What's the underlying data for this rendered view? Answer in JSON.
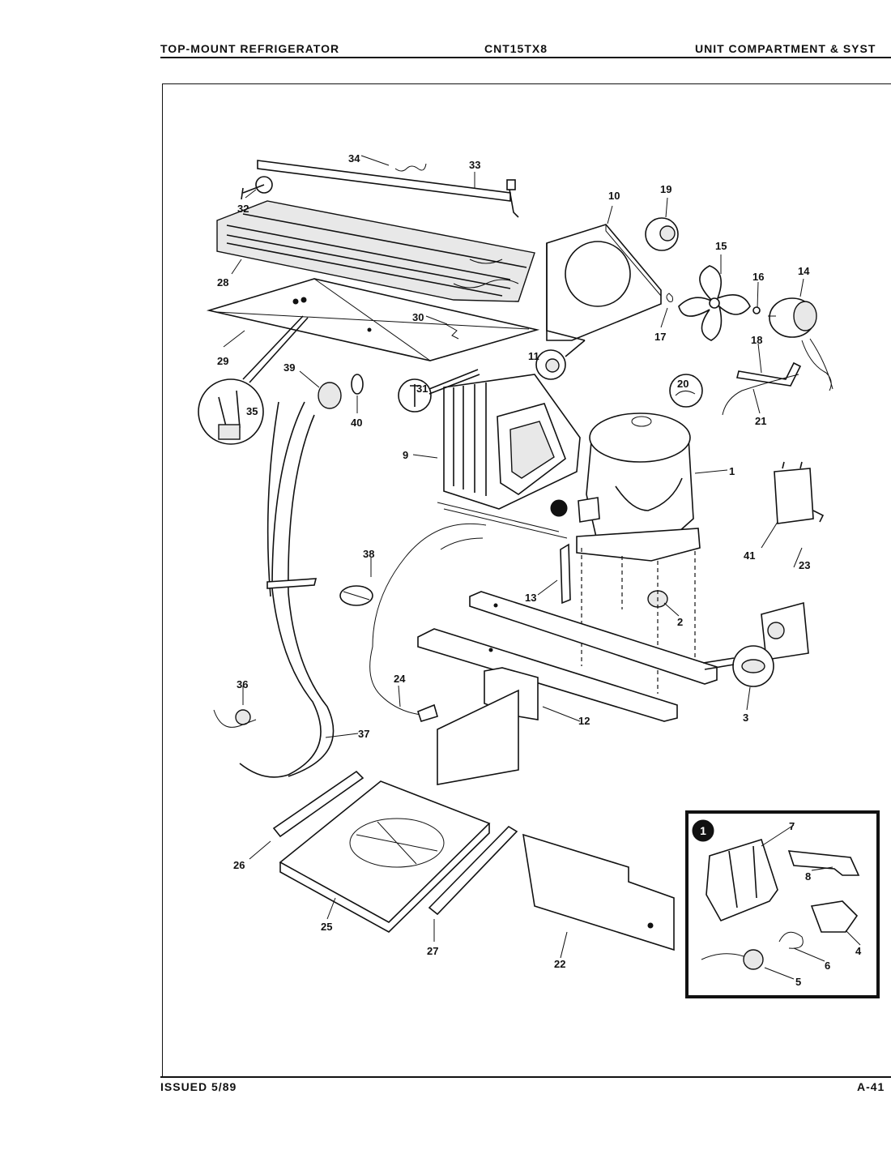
{
  "header": {
    "left": "TOP-MOUNT REFRIGERATOR",
    "center": "CNT15TX8",
    "right": "UNIT COMPARTMENT & SYST"
  },
  "footer": {
    "left": "ISSUED 5/89",
    "right": "A-41"
  },
  "inset": {
    "marker": "1"
  },
  "callouts": {
    "c1": "1",
    "c2": "2",
    "c3": "3",
    "c4": "4",
    "c5": "5",
    "c6": "6",
    "c7": "7",
    "c8": "8",
    "c9": "9",
    "c10": "10",
    "c11": "11",
    "c12": "12",
    "c13": "13",
    "c14": "14",
    "c15": "15",
    "c16": "16",
    "c17": "17",
    "c18": "18",
    "c19": "19",
    "c20": "20",
    "c21": "21",
    "c22": "22",
    "c23": "23",
    "c24": "24",
    "c25": "25",
    "c26": "26",
    "c27": "27",
    "c28": "28",
    "c29": "29",
    "c30": "30",
    "c31": "31",
    "c32": "32",
    "c33": "33",
    "c34": "34",
    "c35": "35",
    "c36": "36",
    "c37": "37",
    "c38": "38",
    "c39": "39",
    "c40": "40",
    "c41": "41"
  }
}
